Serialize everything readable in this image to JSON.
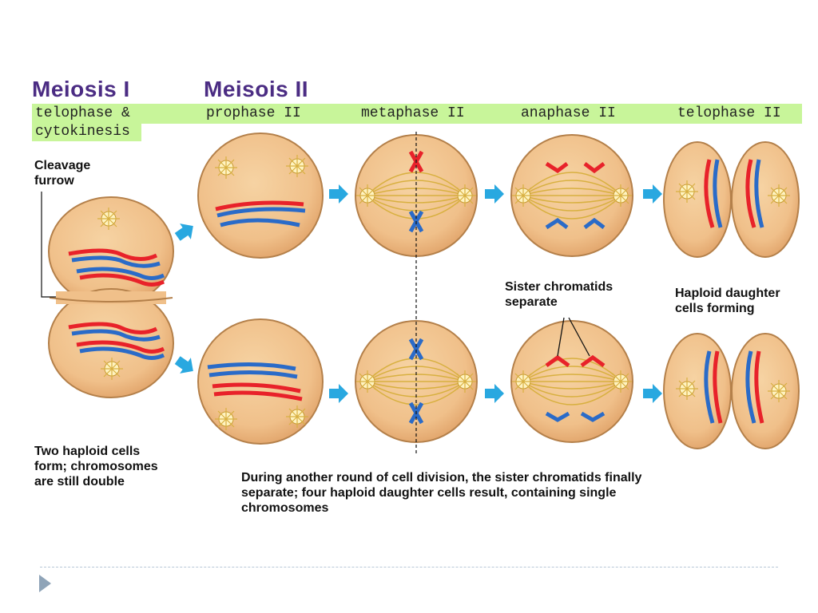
{
  "headings": {
    "meiosis1": "Meiosis I",
    "meiosis2": "Meisois II"
  },
  "stages": {
    "telophase_cyto_line1": "telophase &",
    "telophase_cyto_line2": "cytokinesis",
    "prophase2": "prophase II",
    "metaphase2": "metaphase II",
    "anaphase2": "anaphase II",
    "telophase2": "telophase II"
  },
  "labels": {
    "cleavage_line1": "Cleavage",
    "cleavage_line2": "furrow",
    "sister_line1": "Sister chromatids",
    "sister_line2": "separate",
    "haploid_line1": "Haploid daughter",
    "haploid_line2": "cells forming",
    "two_haploid_line1": "Two haploid cells",
    "two_haploid_line2": "form; chromosomes",
    "two_haploid_line3": "are still double",
    "during_line1": "During another round of cell division, the sister chromatids finally",
    "during_line2": "separate; four haploid daughter cells result, containing single",
    "during_line3": "chromosomes"
  },
  "colors": {
    "heading": "#4b2c83",
    "stage_band": "#c8f59a",
    "cell_fill": "#f0c08a",
    "cell_edge": "#b4804a",
    "chromosome_red": "#e8222a",
    "chromosome_blue": "#2a6bc8",
    "spindle": "#d8b040",
    "arrow": "#29a8e0"
  }
}
